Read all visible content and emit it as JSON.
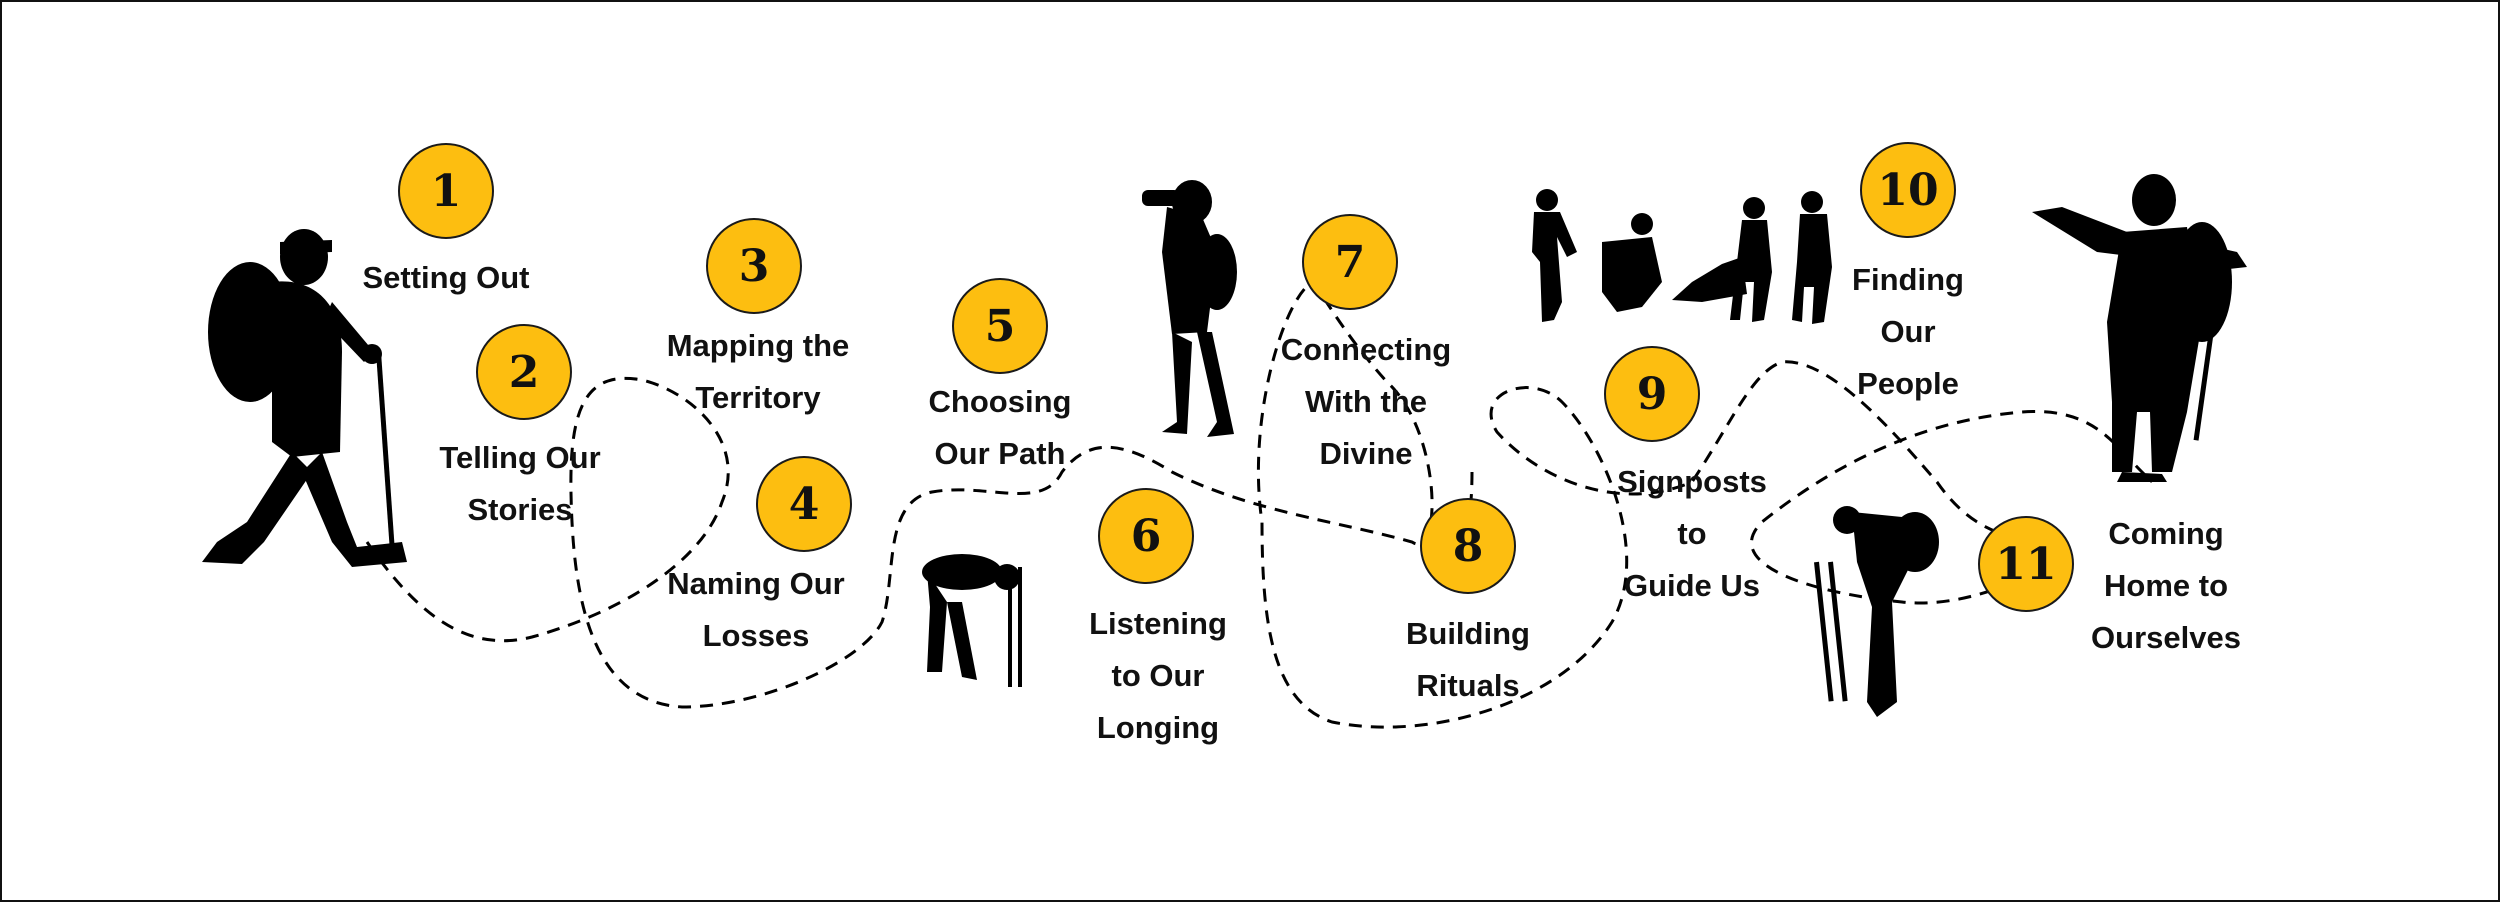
{
  "colors": {
    "badge_fill": "#FDBE10",
    "silhouette": "#000000",
    "path_line": "#000000",
    "background": "#FFFFFF"
  },
  "steps": [
    {
      "number": "1",
      "label": "Setting Out"
    },
    {
      "number": "2",
      "label": "Telling Our\nStories"
    },
    {
      "number": "3",
      "label": "Mapping the\nTerritory"
    },
    {
      "number": "4",
      "label": "Naming Our\nLosses"
    },
    {
      "number": "5",
      "label": "Choosing\nOur Path"
    },
    {
      "number": "6",
      "label": "Listening\nto Our\nLonging"
    },
    {
      "number": "7",
      "label": "Connecting\nWith the\nDivine"
    },
    {
      "number": "8",
      "label": "Building\nRituals"
    },
    {
      "number": "9",
      "label": "Signposts\nto\nGuide Us"
    },
    {
      "number": "10",
      "label": "Finding\nOur\nPeople"
    },
    {
      "number": "11",
      "label": "Coming\nHome to\nOurselves"
    }
  ],
  "icons": [
    "hiker-walking-icon",
    "hiker-bending-icon",
    "hiker-binoculars-icon",
    "hiker-group-icon",
    "hiker-resting-icon",
    "hiker-waving-icon"
  ]
}
